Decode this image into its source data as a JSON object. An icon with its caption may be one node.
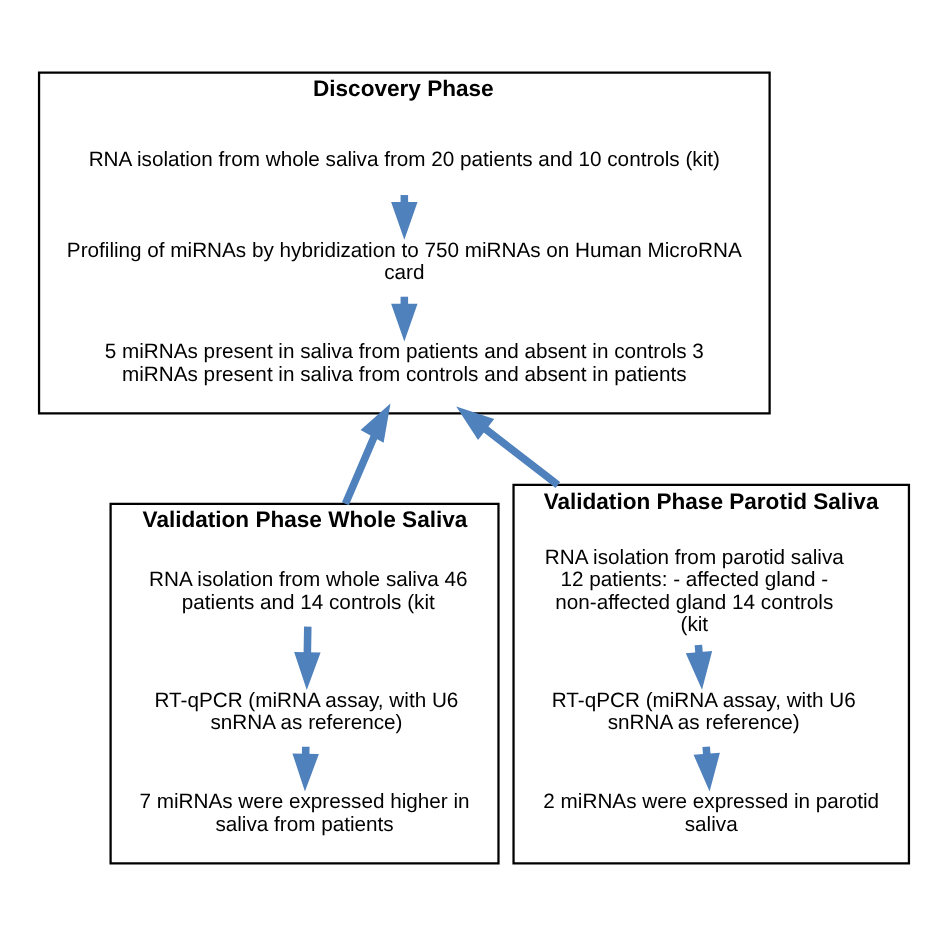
{
  "diagram": {
    "nodes": [
      {
        "text": [
          "Discovery Phase"
        ]
      },
      {
        "text": [
          "RNA isolation from whole saliva from 20 patients and 10 controls (kit)"
        ],
        "in": 0
      },
      {
        "text": [
          "Profiling of miRNAs by hybridization to 750 miRNAs on Human MicroRNA card"
        ],
        "in": 0
      },
      {
        "text": [
          "5 miRNAs present in saliva from patients and absent in controls 3 miRNAs present in saliva from controls and absent in patients"
        ],
        "in": 0
      },
      {
        "text": [
          "Validation Phase Whole Saliva"
        ]
      },
      {
        "text": [
          "RNA isolation from whole saliva 46 patients and 14 controls (kit"
        ],
        "in": 4
      },
      {
        "text": [
          "RT-qPCR (miRNA assay, with U6 snRNA as reference)"
        ],
        "in": 4
      },
      {
        "text": [
          "7 miRNAs were expressed higher in saliva from patients"
        ],
        "in": 4
      },
      {
        "text": [
          "Validation Phase Parotid Saliva"
        ]
      },
      {
        "text": [
          "RNA isolation from parotid saliva 12 patients: - affected gland - non-affected gland 14 controls (kit"
        ],
        "in": 8
      },
      {
        "text": [
          "RT-qPCR (miRNA assay, with U6 snRNA as reference)"
        ],
        "in": 8
      },
      {
        "text": [
          "2 miRNAs were expressed in parotid saliva"
        ],
        "in": 8
      }
    ],
    "edges": [
      {
        "from": 1,
        "to": 2,
        "arrow": "to"
      },
      {
        "from": 2,
        "to": 3,
        "arrow": "to"
      },
      {
        "from": 5,
        "to": 6,
        "arrow": "to"
      },
      {
        "from": 6,
        "to": 7,
        "arrow": "to"
      },
      {
        "from": 9,
        "to": 10,
        "arrow": "to"
      },
      {
        "from": 10,
        "to": 11,
        "arrow": "to"
      },
      {
        "from": 4,
        "to": 0,
        "arrow": "to"
      },
      {
        "from": 8,
        "to": 0,
        "arrow": "to"
      }
    ]
  }
}
